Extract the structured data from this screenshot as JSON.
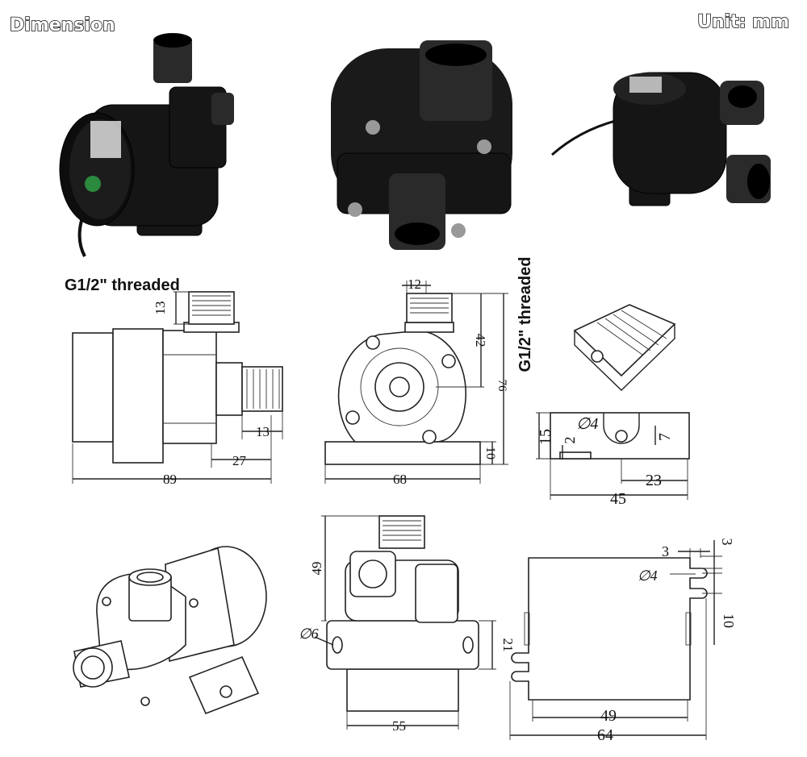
{
  "header": {
    "title": "Dimension",
    "unit": "Unit: mm"
  },
  "thread_labels": {
    "side": "G1/2\" threaded",
    "front": "G1/2\" threaded"
  },
  "side_view": {
    "dims": {
      "outlet_height": "13",
      "inlet_length": "13",
      "inlet_offset": "27",
      "total_length": "89"
    }
  },
  "front_view": {
    "dims": {
      "outlet_width": "12",
      "center_height": "42",
      "total_height": "76",
      "base_height": "10",
      "base_width": "68"
    }
  },
  "controller": {
    "dims": {
      "height": "15",
      "small": "2",
      "hole": "∅4",
      "hole_offset": "7",
      "hole_x": "23",
      "width": "45"
    }
  },
  "bottom_front_view": {
    "dims": {
      "height": "49",
      "hole": "∅6",
      "mount_height": "21",
      "width": "55"
    }
  },
  "base_plate": {
    "dims": {
      "slot_width_a": "3",
      "slot_width_b": "3",
      "hole": "∅4",
      "slot_spacing": "10",
      "inner_width": "49",
      "total_width": "64"
    }
  }
}
